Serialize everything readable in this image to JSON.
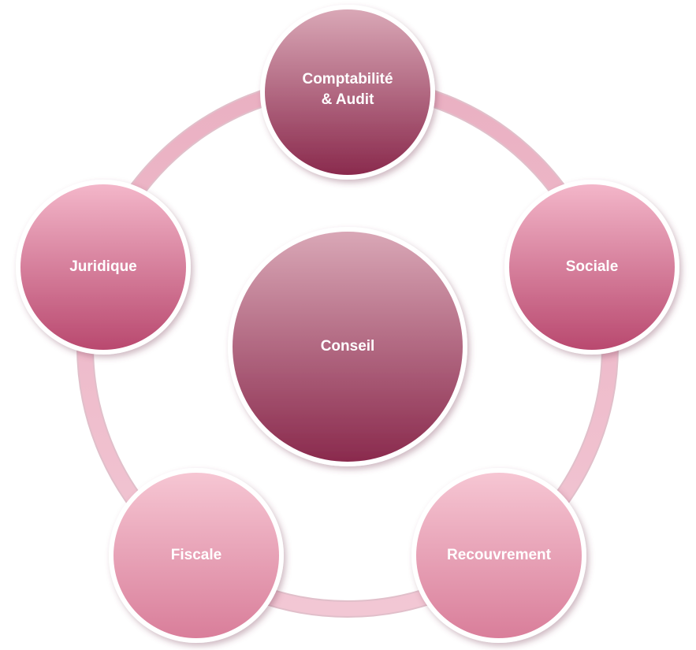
{
  "diagram": {
    "center": {
      "label": "Conseil"
    },
    "nodes": [
      {
        "id": "comptabilite",
        "label_lines": [
          "Comptabilité",
          "& Audit"
        ]
      },
      {
        "id": "sociale",
        "label_lines": [
          "Sociale"
        ]
      },
      {
        "id": "recouvrement",
        "label_lines": [
          "Recouvrement"
        ]
      },
      {
        "id": "fiscale",
        "label_lines": [
          "Fiscale"
        ]
      },
      {
        "id": "juridique",
        "label_lines": [
          "Juridique"
        ]
      }
    ]
  },
  "colors": {
    "ring": "#e8a9bd",
    "dark_top": "#d9a7b6",
    "dark_bottom": "#8a2a4d",
    "mid_top": "#f3b6c9",
    "mid_bottom": "#b9496f",
    "light_top": "#f6c6d3",
    "light_bottom": "#d97e9a",
    "text": "#ffffff"
  }
}
